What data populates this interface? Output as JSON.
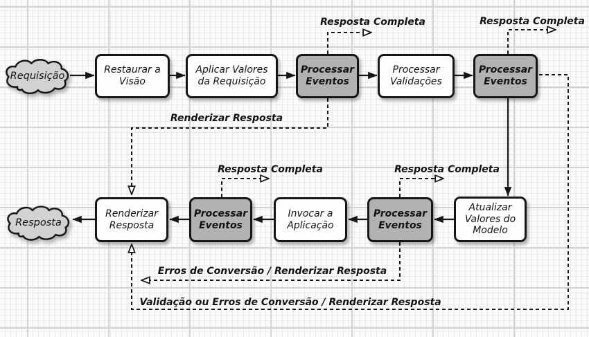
{
  "clouds": [
    {
      "label": "Requisição"
    },
    {
      "label": "Resposta"
    }
  ],
  "boxes": [
    {
      "label": "Restaurar a Visão",
      "variant": "white"
    },
    {
      "label": "Aplicar Valores da Requisição",
      "variant": "white"
    },
    {
      "label": "Processar Eventos",
      "variant": "gray"
    },
    {
      "label": "Processar Validações",
      "variant": "white"
    },
    {
      "label": "Processar Eventos",
      "variant": "gray"
    },
    {
      "label": "Atualizar Valores do Modelo",
      "variant": "white"
    },
    {
      "label": "Processar Eventos",
      "variant": "gray"
    },
    {
      "label": "Invocar a Aplicação",
      "variant": "white"
    },
    {
      "label": "Processar Eventos",
      "variant": "gray"
    },
    {
      "label": "Renderizar Resposta",
      "variant": "white"
    }
  ],
  "edge_labels": {
    "resposta_completa_top_1": "Resposta Completa",
    "resposta_completa_top_2": "Resposta Completa",
    "renderizar_resposta": "Renderizar Resposta",
    "resposta_completa_mid_1": "Resposta Completa",
    "resposta_completa_mid_2": "Resposta Completa",
    "erros_conversao": "Erros de Conversão / Renderizar Resposta",
    "validacao_ou_erros": "Validação ou Erros de Conversão / Renderizar Resposta"
  },
  "colors": {
    "box_fill": "#fdfdfd",
    "gray_fill": "#b2b2b2",
    "cloud_fill": "#d2d2d2",
    "line": "#161616"
  }
}
